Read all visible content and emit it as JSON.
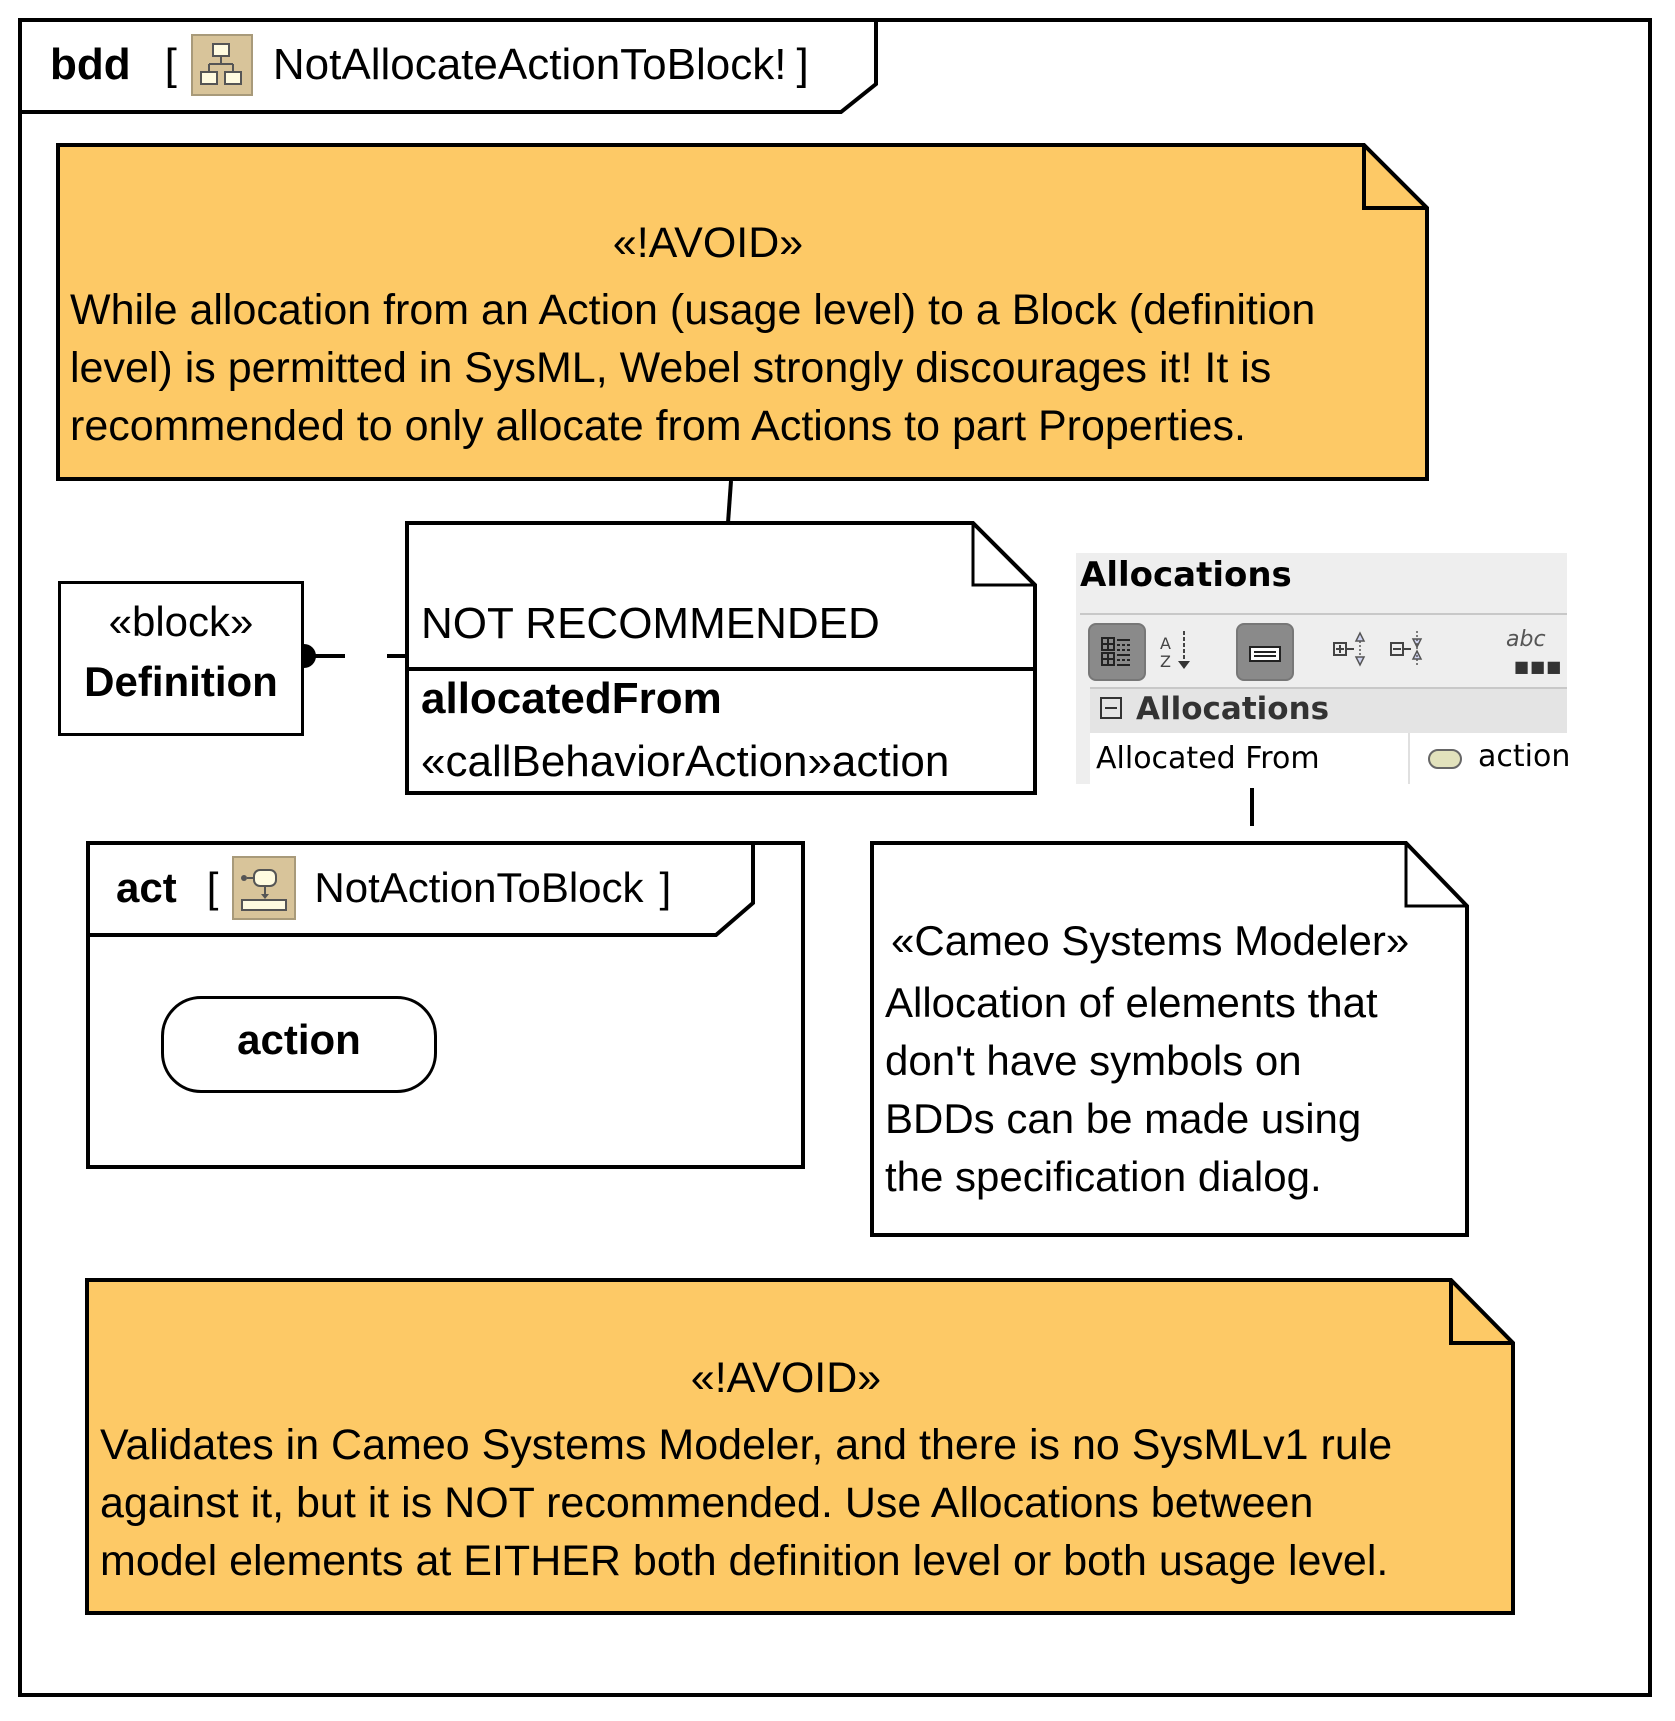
{
  "diagram": {
    "kind": "bdd",
    "name": "NotAllocateActionToBlock!",
    "icon": "bdd-diagram-icon"
  },
  "notes": {
    "top_avoid": {
      "stereotype": "«!AVOID»",
      "lines": [
        "While allocation from an Action (usage level) to a Block (definition",
        "level) is permitted in SysML, Webel strongly discourages it! It is",
        "recommended to only allocate from Actions to part Properties."
      ],
      "fill": "#fdc966"
    },
    "not_recommended": {
      "title": "NOT RECOMMENDED",
      "compartment_title": "allocatedFrom",
      "compartment_value": "«callBehaviorAction»action"
    },
    "cameo": {
      "stereotype": "«Cameo Systems Modeler»",
      "lines": [
        "Allocation of elements that",
        "don't have symbols on",
        "BDDs can be made using",
        "the specification dialog."
      ]
    },
    "bottom_avoid": {
      "stereotype": "«!AVOID»",
      "lines": [
        "Validates in Cameo Systems Modeler, and there is no SysMLv1 rule",
        "against it, but it is NOT recommended. Use Allocations between",
        "model elements at EITHER both definition level or both usage level."
      ],
      "fill": "#fdc966"
    }
  },
  "block": {
    "stereotype": "«block»",
    "name": "Definition"
  },
  "allocations_panel": {
    "title": "Allocations",
    "toolbar": [
      {
        "icon": "categorized-view-icon",
        "active": true
      },
      {
        "icon": "sort-alphabetically-icon",
        "active": false
      },
      {
        "icon": "compact-view-icon",
        "active": true
      },
      {
        "icon": "expand-all-icon",
        "active": false
      },
      {
        "icon": "collapse-all-icon",
        "active": false
      },
      {
        "icon": "abc-filter-icon",
        "label": "abc",
        "active": false
      }
    ],
    "group_label": "Allocations",
    "rows": [
      {
        "property": "Allocated From",
        "value": "action",
        "value_icon": "action-icon"
      }
    ]
  },
  "activity": {
    "kind": "act",
    "name": "NotActionToBlock",
    "icon": "activity-diagram-icon",
    "action_name": "action"
  }
}
